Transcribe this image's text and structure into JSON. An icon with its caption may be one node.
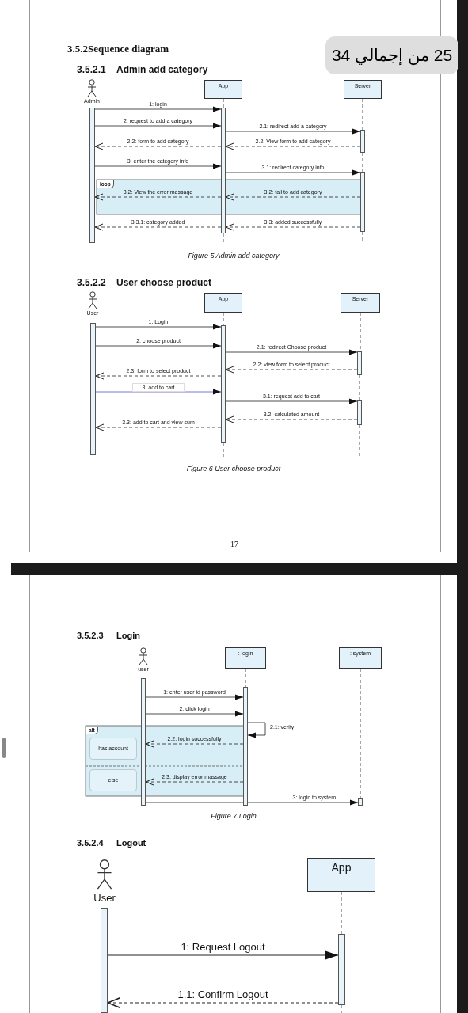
{
  "diagram": {
    "title": "3.5.2Sequence diagram",
    "nodes": [
      {
        "text": [
          "Admin"
        ]
      },
      {
        "text": [
          "App"
        ]
      },
      {
        "text": [
          "Server"
        ]
      },
      {
        "text": [],
        "shape": "bar"
      },
      {
        "text": [],
        "shape": "bar"
      },
      {
        "text": [],
        "shape": "bar"
      },
      {
        "text": [],
        "shape": "bar"
      },
      {
        "text": [
          "User"
        ]
      },
      {
        "text": [
          "App"
        ]
      },
      {
        "text": [
          "Server"
        ]
      },
      {
        "text": [],
        "shape": "bar"
      },
      {
        "text": [],
        "shape": "bar"
      },
      {
        "text": [],
        "shape": "bar"
      },
      {
        "text": [],
        "shape": "bar"
      },
      {
        "text": [
          "user"
        ]
      },
      {
        "text": [
          ": login"
        ]
      },
      {
        "text": [
          ": system"
        ]
      },
      {
        "text": [],
        "shape": "bar"
      },
      {
        "text": [],
        "shape": "bar"
      },
      {
        "text": [],
        "shape": "bar"
      },
      {
        "text": [
          "User"
        ]
      },
      {
        "text": [
          "App"
        ]
      },
      {
        "text": [],
        "shape": "bar"
      },
      {
        "text": [],
        "shape": "bar"
      }
    ],
    "edges": [
      {
        "from": 1,
        "to": 4,
        "arrow": "none",
        "style": "dashed"
      },
      {
        "from": 2,
        "to": 5,
        "arrow": "none",
        "style": "dashed"
      },
      {
        "from": 5,
        "to": 6,
        "arrow": "none",
        "style": "dashed"
      },
      {
        "from": 3,
        "to": 4,
        "arrow": "to",
        "label": "1: login"
      },
      {
        "from": 3,
        "to": 4,
        "arrow": "to",
        "label": "2: request to add a category"
      },
      {
        "from": 4,
        "to": 5,
        "arrow": "to",
        "label": "2.1: redirect add a category"
      },
      {
        "from": 5,
        "to": 4,
        "arrow": "to",
        "label": "2.2: View form to add category",
        "style": "dashed"
      },
      {
        "from": 4,
        "to": 3,
        "arrow": "to",
        "label": "2.2: form to add category",
        "style": "dashed"
      },
      {
        "from": 3,
        "to": 4,
        "arrow": "to",
        "label": "3: enter the category info"
      },
      {
        "from": 4,
        "to": 6,
        "arrow": "to",
        "label": "3.1: redirect category info"
      },
      {
        "from": 6,
        "to": 4,
        "arrow": "to",
        "label": "3.2: fail to add category",
        "style": "dashed"
      },
      {
        "from": 4,
        "to": 3,
        "arrow": "to",
        "label": "3.2: View the error message",
        "style": "dashed"
      },
      {
        "from": 6,
        "to": 4,
        "arrow": "to",
        "label": "3.3: added successfully",
        "style": "dashed"
      },
      {
        "from": 4,
        "to": 3,
        "arrow": "to",
        "label": "3.3.1: category added",
        "style": "dashed"
      },
      {
        "from": 8,
        "to": 11,
        "arrow": "none",
        "style": "dashed"
      },
      {
        "from": 9,
        "to": 12,
        "arrow": "none",
        "style": "dashed"
      },
      {
        "from": 12,
        "to": 13,
        "arrow": "none",
        "style": "dashed"
      },
      {
        "from": 10,
        "to": 11,
        "arrow": "to",
        "label": "1: Login"
      },
      {
        "from": 10,
        "to": 11,
        "arrow": "to",
        "label": "2: choose product"
      },
      {
        "from": 11,
        "to": 12,
        "arrow": "to",
        "label": "2.1: redirect Choose product"
      },
      {
        "from": 12,
        "to": 11,
        "arrow": "to",
        "label": "2.2: view form to select product",
        "style": "dashed"
      },
      {
        "from": 11,
        "to": 10,
        "arrow": "to",
        "label": "2.3: form to select product",
        "style": "dashed"
      },
      {
        "from": 10,
        "to": 11,
        "arrow": "to",
        "label": "3: add to cart",
        "color": "#5555cc"
      },
      {
        "from": 11,
        "to": 13,
        "arrow": "to",
        "label": "3.1: request add to cart"
      },
      {
        "from": 13,
        "to": 11,
        "arrow": "to",
        "label": "3.2: calculated amount",
        "style": "dashed"
      },
      {
        "from": 11,
        "to": 10,
        "arrow": "to",
        "label": "3.3: add to cart and view sum",
        "style": "dashed"
      },
      {
        "from": 15,
        "to": 18,
        "arrow": "none",
        "style": "dashed"
      },
      {
        "from": 16,
        "to": 19,
        "arrow": "none",
        "style": "dashed"
      },
      {
        "from": 17,
        "to": 18,
        "arrow": "to",
        "label": "1: enter user id password"
      },
      {
        "from": 17,
        "to": 18,
        "arrow": "to",
        "label": "2: click login"
      },
      {
        "from": 18,
        "to": 18,
        "arrow": "to",
        "label": "2.1: verify"
      },
      {
        "from": 18,
        "to": 17,
        "arrow": "to",
        "label": "2.2: login successfully",
        "style": "dashed"
      },
      {
        "from": 18,
        "to": 17,
        "arrow": "to",
        "label": "2.3: display error massage",
        "style": "dashed"
      },
      {
        "from": 17,
        "to": 19,
        "arrow": "to",
        "label": "3: login to system"
      },
      {
        "from": 21,
        "to": 23,
        "arrow": "none",
        "style": "dashed"
      },
      {
        "from": 22,
        "to": 23,
        "arrow": "to",
        "label": "1: Request Logout"
      },
      {
        "from": 23,
        "to": 22,
        "arrow": "to",
        "label": "1.1: Confirm Logout",
        "style": "dashed"
      }
    ],
    "labels": [
      "25 من إجمالي 34",
      "3.5.2.1",
      "Admin add category",
      "loop",
      "Figure 5 Admin add category",
      "3.5.2.2",
      "User choose product",
      "Figure 6 User choose product",
      "17",
      "3.5.2.3",
      "Login",
      "alt",
      "has account",
      "else",
      "Figure 7 Login",
      "3.5.2.4",
      "Logout"
    ]
  }
}
